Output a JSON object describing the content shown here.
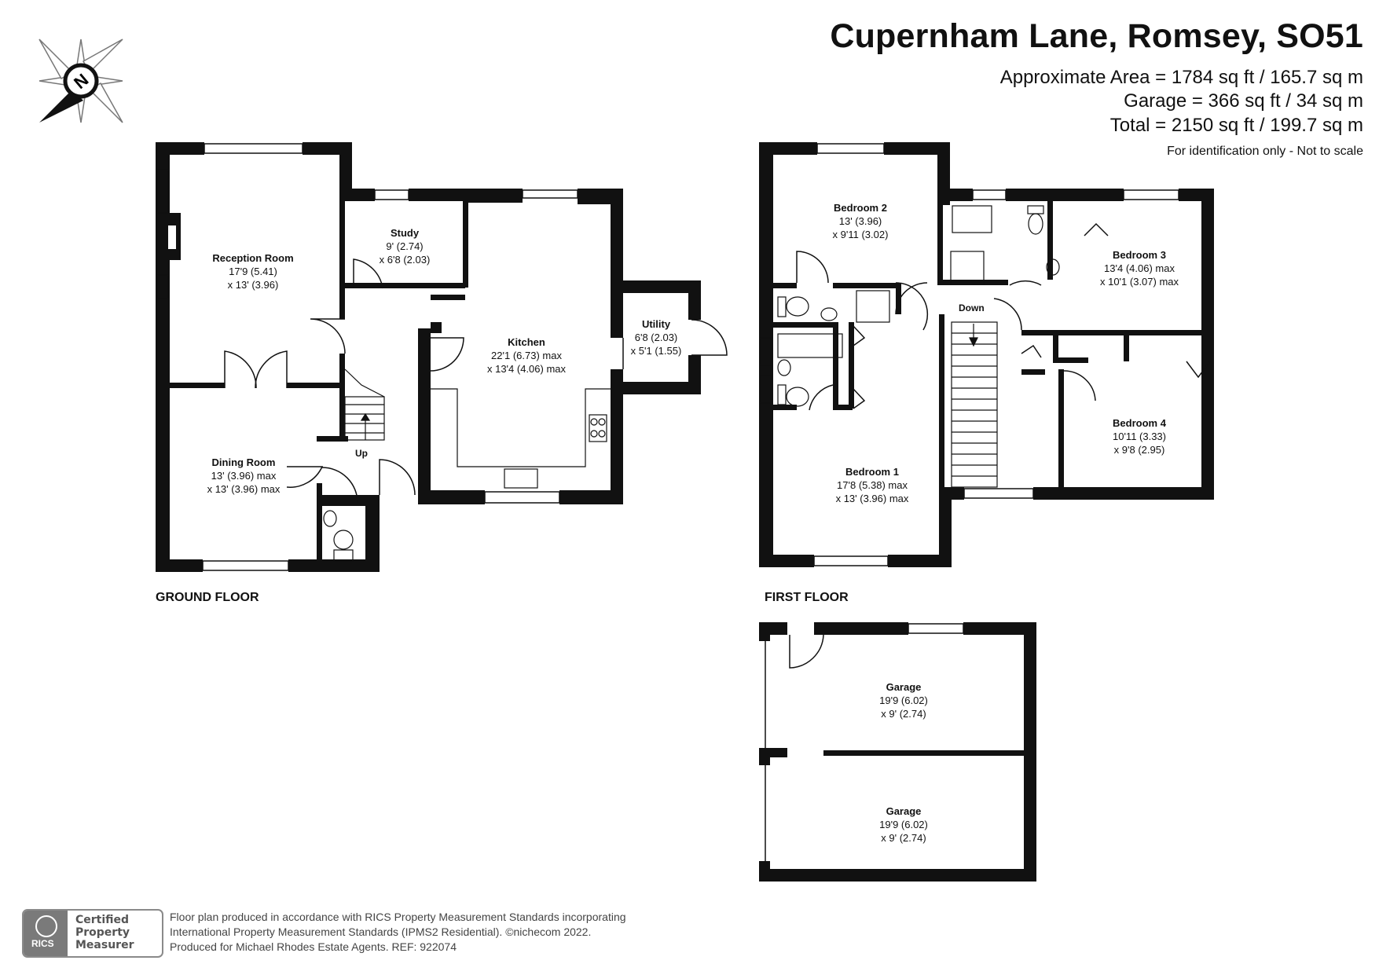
{
  "header": {
    "title": "Cupernham Lane, Romsey, SO51",
    "approx_area": "Approximate Area = 1784 sq ft / 165.7 sq m",
    "garage_area": "Garage = 366 sq ft / 34 sq m",
    "total_area": "Total = 2150 sq ft / 199.7 sq m",
    "disclaimer": "For identification only - Not to scale"
  },
  "compass": {
    "letter": "N"
  },
  "floors": {
    "ground": "GROUND FLOOR",
    "first": "FIRST FLOOR"
  },
  "rooms": {
    "reception": {
      "name": "Reception Room",
      "dim1": "17'9 (5.41)",
      "dim2": "x 13' (3.96)"
    },
    "study": {
      "name": "Study",
      "dim1": "9' (2.74)",
      "dim2": "x 6'8 (2.03)"
    },
    "kitchen": {
      "name": "Kitchen",
      "dim1": "22'1 (6.73) max",
      "dim2": "x 13'4 (4.06) max"
    },
    "utility": {
      "name": "Utility",
      "dim1": "6'8 (2.03)",
      "dim2": "x 5'1 (1.55)"
    },
    "dining": {
      "name": "Dining Room",
      "dim1": "13' (3.96) max",
      "dim2": "x 13' (3.96) max"
    },
    "bedroom2": {
      "name": "Bedroom 2",
      "dim1": "13' (3.96)",
      "dim2": "x 9'11 (3.02)"
    },
    "bedroom3": {
      "name": "Bedroom 3",
      "dim1": "13'4 (4.06) max",
      "dim2": "x 10'1 (3.07) max"
    },
    "bedroom1": {
      "name": "Bedroom 1",
      "dim1": "17'8 (5.38) max",
      "dim2": "x 13' (3.96) max"
    },
    "bedroom4": {
      "name": "Bedroom 4",
      "dim1": "10'11 (3.33)",
      "dim2": "x 9'8 (2.95)"
    },
    "garage1": {
      "name": "Garage",
      "dim1": "19'9 (6.02)",
      "dim2": "x 9' (2.74)"
    },
    "garage2": {
      "name": "Garage",
      "dim1": "19'9 (6.02)",
      "dim2": "x 9' (2.74)"
    }
  },
  "stairs": {
    "up": "Up",
    "down": "Down"
  },
  "footer": {
    "line1": "Floor plan produced in accordance with RICS Property Measurement Standards incorporating",
    "line2": "International Property Measurement Standards (IPMS2 Residential).   ©nichecom 2022.",
    "line3": "Produced for Michael Rhodes Estate Agents.   REF:  922074",
    "badge_logo": "RICS",
    "badge_line1": "Certified",
    "badge_line2": "Property",
    "badge_line3": "Measurer"
  }
}
